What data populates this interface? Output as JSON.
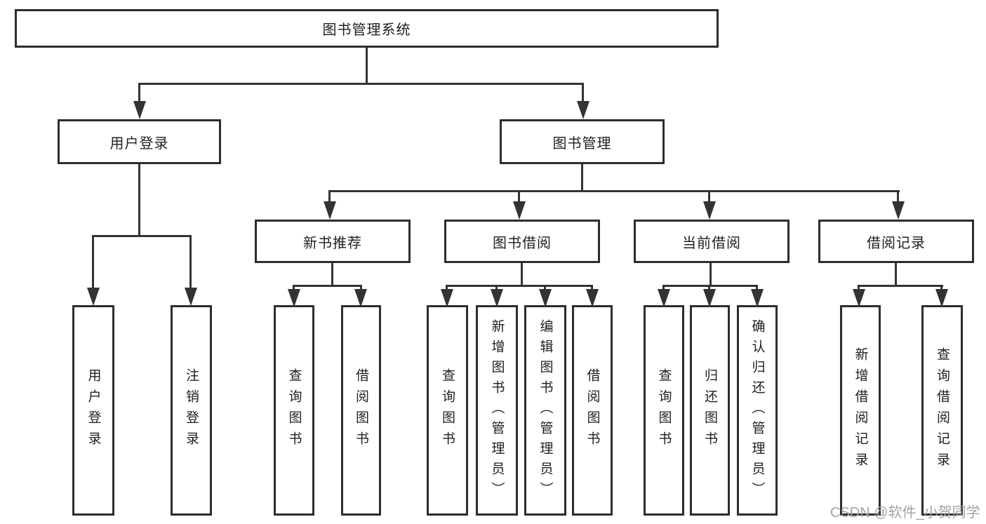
{
  "tree": {
    "root": "图书管理系统",
    "branches": [
      {
        "label": "用户登录",
        "children": [
          "用户登录",
          "注销登录"
        ]
      },
      {
        "label": "图书管理",
        "children": [
          {
            "label": "新书推荐",
            "children": [
              "查询图书",
              "借阅图书"
            ]
          },
          {
            "label": "图书借阅",
            "children": [
              "查询图书",
              "新增图书（管理员）",
              "编辑图书（管理员）",
              "借阅图书"
            ]
          },
          {
            "label": "当前借阅",
            "children": [
              "查询图书",
              "归还图书",
              "确认归还（管理员）"
            ]
          },
          {
            "label": "借阅记录",
            "children": [
              "新增借阅记录",
              "查询借阅记录"
            ]
          }
        ]
      }
    ]
  },
  "watermark": {
    "text": "CSDN @软件_小贺同学",
    "color": "#a6a1a1"
  },
  "colors": {
    "background": "#ffffff",
    "box_border": "#2d2d2d",
    "connector_line": "#333333",
    "text": "#1f1f1f"
  }
}
